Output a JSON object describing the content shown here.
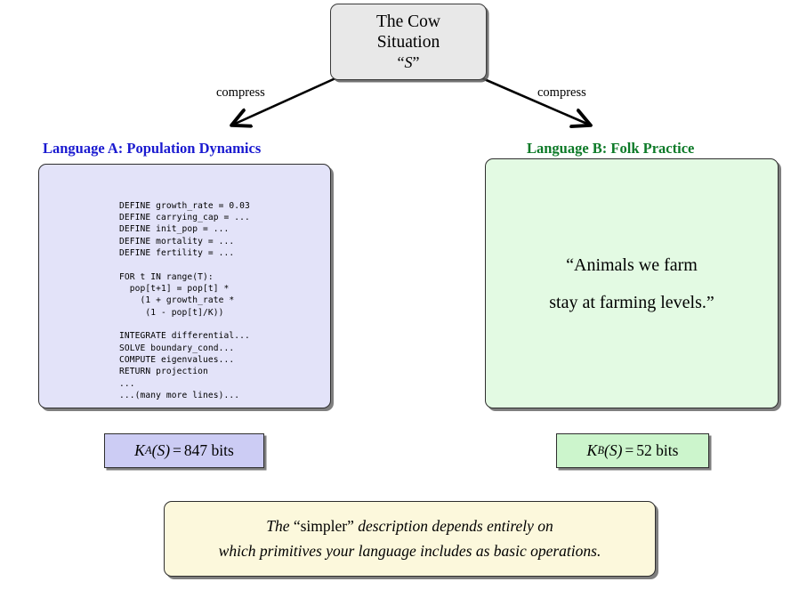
{
  "source": {
    "line1": "The Cow",
    "line2": "Situation",
    "symbol": "S",
    "quote_open": "“",
    "quote_close": "”"
  },
  "arrows": {
    "left_label": "compress",
    "right_label": "compress"
  },
  "columns": {
    "a": {
      "heading": "Language A: Population Dynamics",
      "heading_color": "#1a1ad0",
      "panel_color": "#e3e3f9",
      "code": "DEFINE growth_rate = 0.03\nDEFINE carrying_cap = ...\nDEFINE init_pop = ...\nDEFINE mortality = ...\nDEFINE fertility = ...\n\nFOR t IN range(T):\n  pop[t+1] = pop[t] *\n    (1 + growth_rate *\n     (1 - pop[t]/K))\n\nINTEGRATE differential...\nSOLVE boundary_cond...\nCOMPUTE eigenvalues...\nRETURN projection\n...\n...(many more lines)...",
      "badge": {
        "symbol": "K",
        "subscript": "A",
        "argument": "(S)",
        "equals": "=",
        "value": "847",
        "unit": "bits",
        "color": "#ccccf4"
      }
    },
    "b": {
      "heading": "Language B: Folk Practice",
      "heading_color": "#0d7a28",
      "panel_color": "#e3fae3",
      "quote_line1": "“Animals we farm",
      "quote_line2": "stay at farming levels.”",
      "badge": {
        "symbol": "K",
        "subscript": "B",
        "argument": "(S)",
        "equals": "=",
        "value": "52",
        "unit": "bits",
        "color": "#ccf5cc"
      }
    }
  },
  "note": {
    "line1_pre": "The ",
    "line1_quoted": "“simpler”",
    "line1_post": " description depends entirely on",
    "line2": "which primitives your language includes as basic operations.",
    "color": "#fcf8dc"
  }
}
